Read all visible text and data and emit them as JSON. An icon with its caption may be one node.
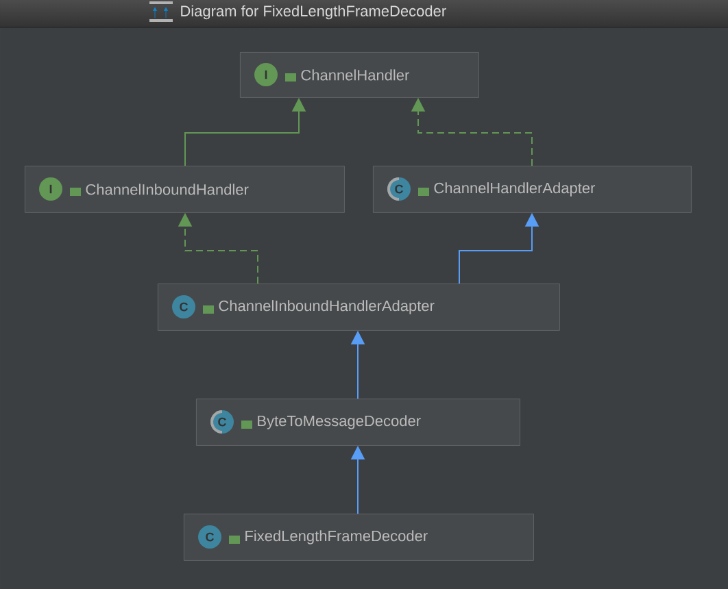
{
  "diagram": {
    "title": "Diagram for FixedLengthFrameDecoder",
    "nodes": [
      {
        "text": [
          "I",
          "ChannelHandler"
        ]
      },
      {
        "text": [
          "I",
          "ChannelInboundHandler"
        ]
      },
      {
        "text": [
          "C",
          "ChannelHandlerAdapter"
        ]
      },
      {
        "text": [
          "C",
          "ChannelInboundHandlerAdapter"
        ]
      },
      {
        "text": [
          "C",
          "ByteToMessageDecoder"
        ]
      },
      {
        "text": [
          "C",
          "FixedLengthFrameDecoder"
        ]
      }
    ],
    "edges": [
      {
        "from": 1,
        "to": 0,
        "arrow": "to",
        "color": "#629755"
      },
      {
        "from": 2,
        "to": 0,
        "arrow": "to",
        "style": "dashed",
        "color": "#629755"
      },
      {
        "from": 3,
        "to": 1,
        "arrow": "to",
        "style": "dashed",
        "color": "#629755"
      },
      {
        "from": 3,
        "to": 2,
        "arrow": "to",
        "color": "#589df6"
      },
      {
        "from": 4,
        "to": 3,
        "arrow": "to",
        "color": "#589df6"
      },
      {
        "from": 5,
        "to": 4,
        "arrow": "to",
        "color": "#589df6"
      }
    ]
  }
}
